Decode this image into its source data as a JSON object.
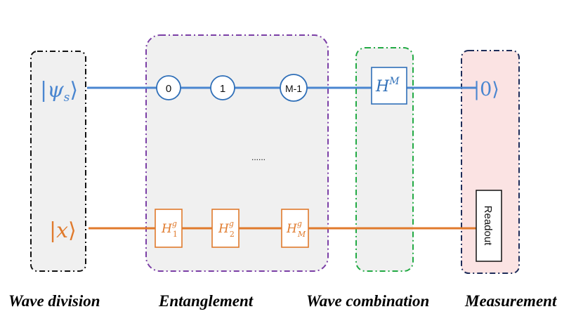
{
  "colors": {
    "signal_line": "#4a86d0",
    "ancilla_line": "#e07a2c",
    "division_border": "#111111",
    "entanglement_border": "#7b3fa6",
    "combination_border": "#22aa44",
    "measurement_border": "#1f2d5a",
    "measurement_fill": "#fbe3e3",
    "panel_fill": "#f0f0f0"
  },
  "states": {
    "signal": {
      "prefix": "|",
      "symbol": "ψ",
      "sub": "s",
      "suffix": "⟩"
    },
    "ancilla": {
      "prefix": "|",
      "symbol": "x",
      "suffix": "⟩"
    },
    "output": "|0⟩"
  },
  "controls": [
    {
      "label": "0",
      "gate": {
        "base": "H",
        "sup": "g",
        "sub": "1"
      }
    },
    {
      "label": "1",
      "gate": {
        "base": "H",
        "sup": "g",
        "sub": "2"
      }
    },
    {
      "label": "M-1",
      "gate": {
        "base": "H",
        "sup": "g",
        "sub": "M"
      }
    }
  ],
  "ellipsis": "......",
  "combination_gate": {
    "base": "H",
    "sup": "M"
  },
  "readout": "Readout",
  "stages": {
    "division": "Wave division",
    "entanglement": "Entanglement",
    "combination": "Wave combination",
    "measurement": "Measurement"
  }
}
